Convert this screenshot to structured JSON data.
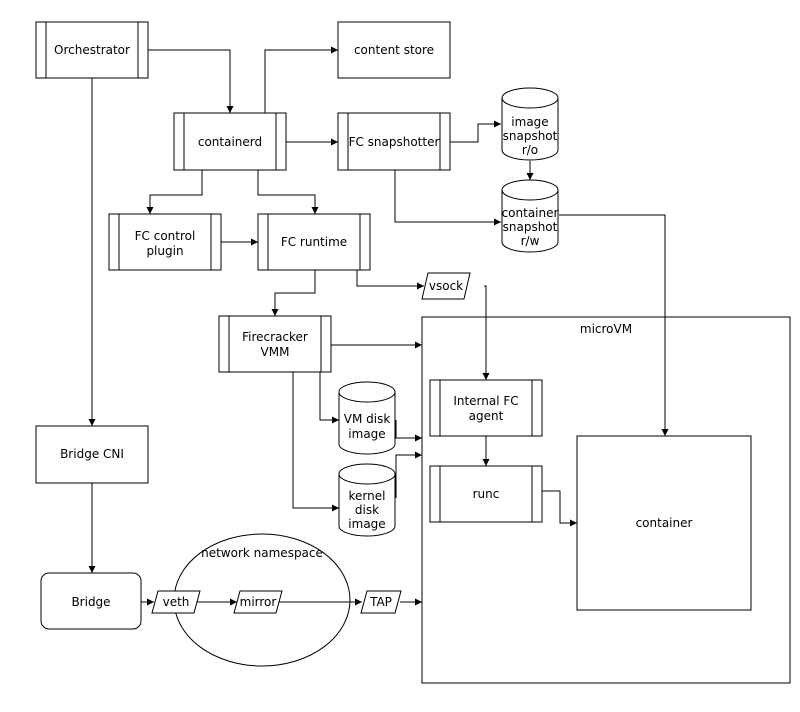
{
  "nodes": {
    "orchestrator": "Orchestrator",
    "content_store": "content store",
    "containerd": "containerd",
    "fc_snapshotter": "FC snapshotter",
    "image_snapshot": [
      "image",
      "snapshot",
      "r/o"
    ],
    "container_snapshot": [
      "container",
      "snapshot",
      "r/w"
    ],
    "fc_control_plugin": [
      "FC control",
      "plugin"
    ],
    "fc_runtime": "FC runtime",
    "vsock": "vsock",
    "firecracker_vmm": [
      "Firecracker",
      "VMM"
    ],
    "microvm": "microVM",
    "vm_disk_image": [
      "VM disk",
      "image"
    ],
    "kernel_disk_image": [
      "kernel",
      "disk",
      "image"
    ],
    "internal_fc_agent": [
      "Internal FC",
      "agent"
    ],
    "runc": "runc",
    "container": "container",
    "bridge_cni": "Bridge CNI",
    "bridge": "Bridge",
    "network_namespace": "network namespace",
    "veth": "veth",
    "mirror": "mirror",
    "tap": "TAP"
  }
}
